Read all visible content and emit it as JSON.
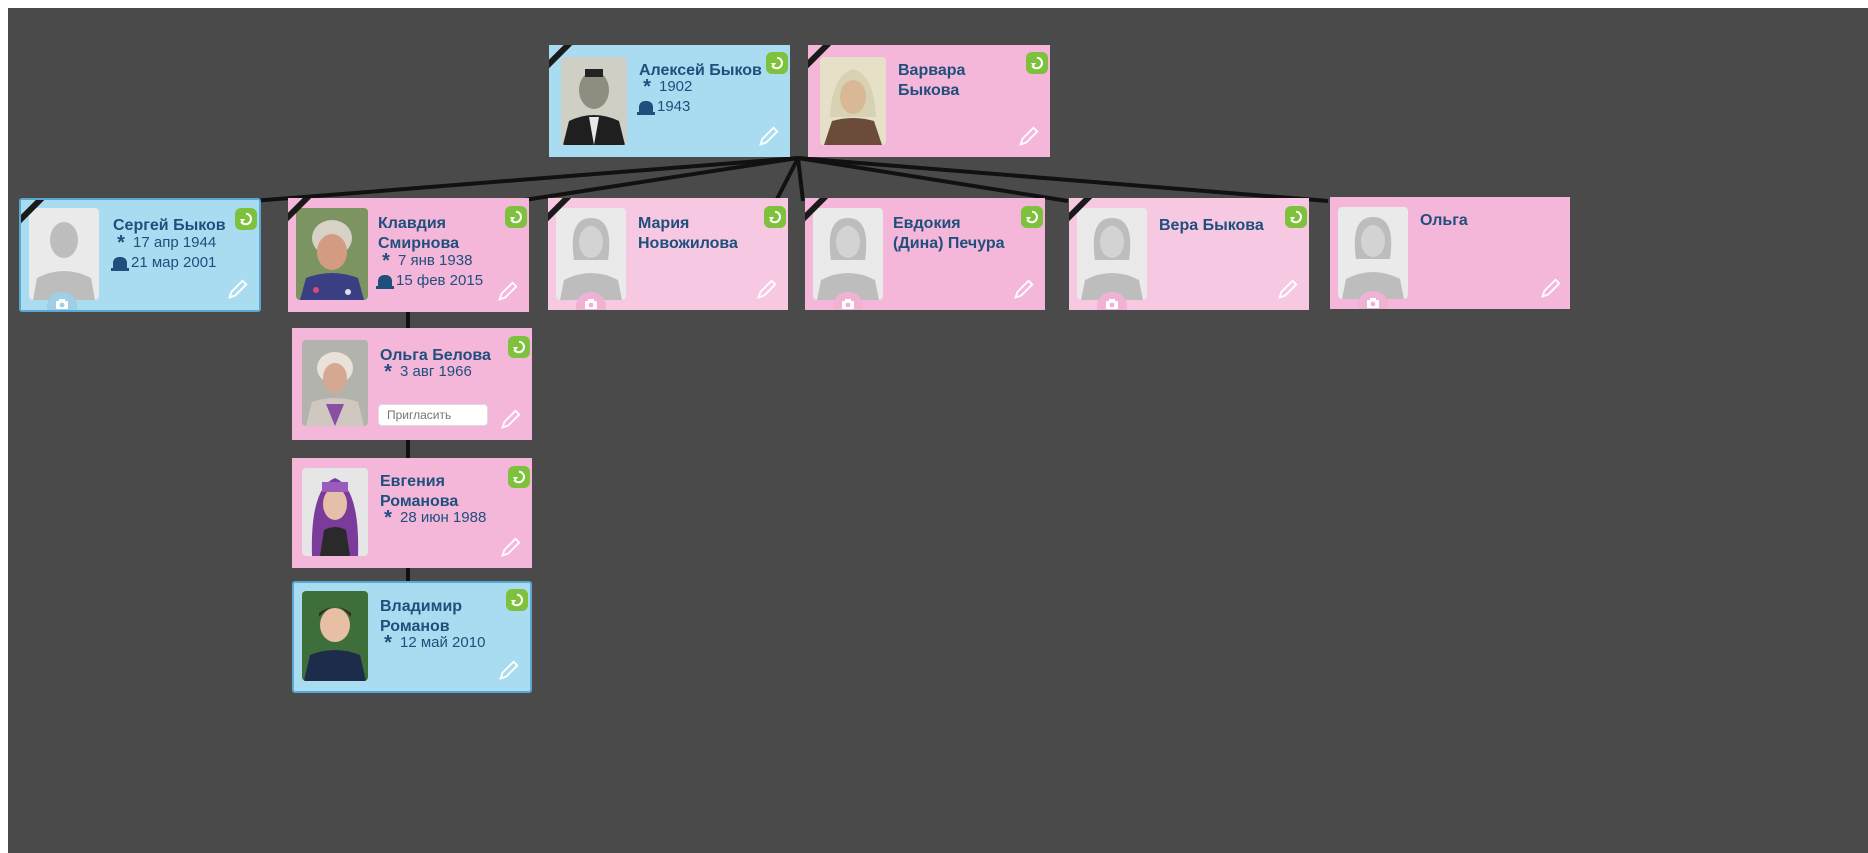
{
  "colors": {
    "background": "#4a4a4a",
    "male_card": "#a9dcf0",
    "female_card": "#f4b6d9",
    "text": "#1f4f7c",
    "sync_button": "#7ec13c",
    "lines": "#111111"
  },
  "people": {
    "aleksey": {
      "name": "Алексей Быков",
      "born": "1902",
      "died": "1943"
    },
    "varvara": {
      "name": "Варвара Быкова"
    },
    "sergey": {
      "name": "Сергей Быков",
      "born": "17 апр 1944",
      "died": "21 мар 2001"
    },
    "klavdiya": {
      "name": "Клавдия Смирнова",
      "born": "7 янв 1938",
      "died": "15 фев 2015"
    },
    "mariya": {
      "name": "Мария Новожилова"
    },
    "evdokiya": {
      "name": "Евдокия (Дина) Печура"
    },
    "vera": {
      "name": "Вера Быкова"
    },
    "olga_child": {
      "name": "Ольга"
    },
    "olga_belova": {
      "name": "Ольга Белова",
      "born": "3 авг 1966",
      "invite_placeholder": "Пригласить"
    },
    "evgeniya": {
      "name": "Евгения Романова",
      "born": "28 июн 1988"
    },
    "vladimir": {
      "name": "Владимир Романов",
      "born": "12 май 2010"
    }
  },
  "icons": {
    "sync": "refresh-icon",
    "edit": "pencil-icon",
    "born": "star-icon",
    "died": "tombstone-icon",
    "upload": "camera-icon",
    "mourning": "mourning-ribbon-icon"
  }
}
